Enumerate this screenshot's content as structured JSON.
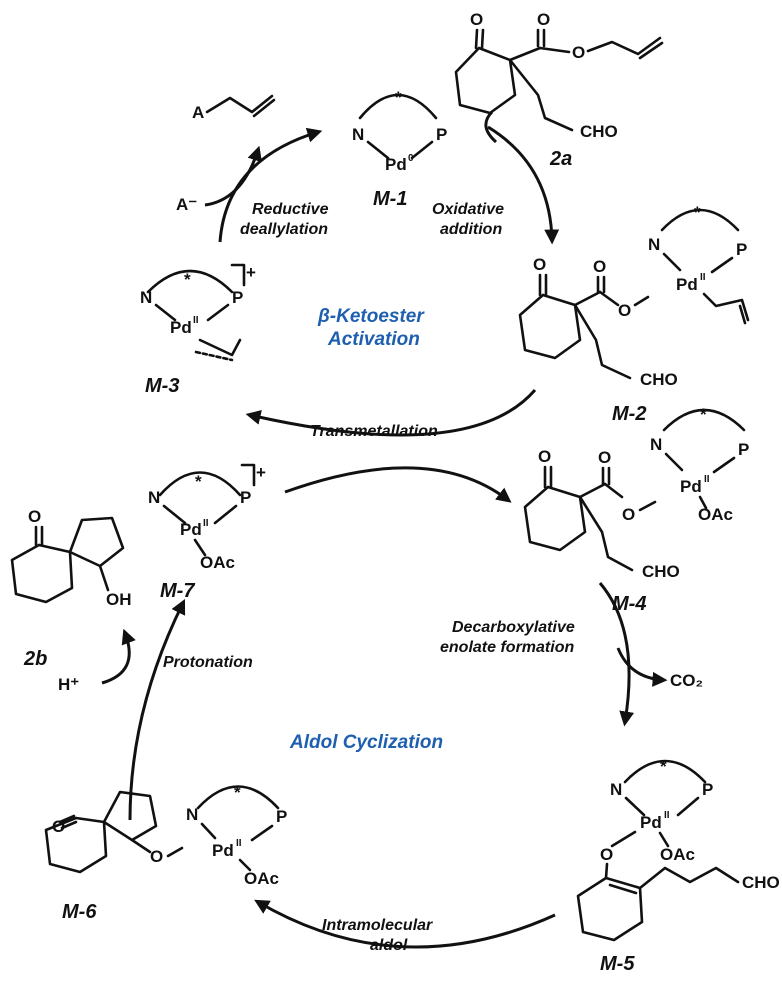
{
  "colors": {
    "ink": "#111111",
    "cycle_label": "#1f5fb0"
  },
  "cycle_labels": {
    "upper": [
      "β-Ketoester",
      "Activation"
    ],
    "lower": "Aldol Cyclization"
  },
  "species": {
    "m1": "M-1",
    "m2": "M-2",
    "m3": "M-3",
    "m4": "M-4",
    "m5": "M-5",
    "m6": "M-6",
    "m7": "M-7",
    "s2a": "2a",
    "s2b": "2b"
  },
  "steps": {
    "oxidative_addition": [
      "Oxidative",
      "addition"
    ],
    "reductive_deallylation": [
      "Reductive",
      "deallylation"
    ],
    "transmetallation": "Transmetallation",
    "decarboxylation": [
      "Decarboxylative",
      "enolate formation"
    ],
    "intramolecular_aldol": [
      "Intramolecular",
      "aldol"
    ],
    "protonation": "Protonation"
  },
  "atoms": {
    "N": "N",
    "P": "P",
    "Pd": "Pd",
    "O": "O",
    "OAc": "OAc",
    "CHO": "CHO",
    "OH": "OH",
    "A": "A",
    "A_minus": "A⁻",
    "H_plus": "H⁺",
    "CO2": "CO₂",
    "star": "*",
    "ox0": "0",
    "ox2": "II",
    "charge": "+"
  }
}
